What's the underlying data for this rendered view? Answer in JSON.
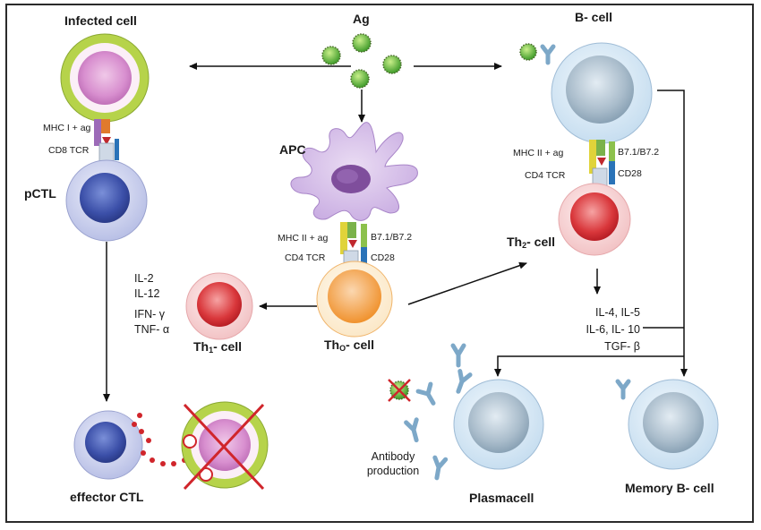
{
  "labels": {
    "infected_cell": "Infected cell",
    "ag": "Ag",
    "b_cell": "B- cell",
    "apc": "APC",
    "pctl": "pCTL",
    "mhc1_ag": "MHC I + ag",
    "cd8_tcr": "CD8 TCR",
    "mhc2_ag_left": "MHC II + ag",
    "cd4_tcr_left": "CD4 TCR",
    "b7_left": "B7.1/B7.2",
    "cd28_left": "CD28",
    "mhc2_ag_right": "MHC II + ag",
    "cd4_tcr_right": "CD4 TCR",
    "b7_right": "B7.1/B7.2",
    "cd28_right": "CD28",
    "th2_prefix": "Th",
    "th2_sub": "2",
    "th2_suffix": "- cell",
    "th1_prefix": "Th",
    "th1_sub": "1",
    "th1_suffix": "- cell",
    "th0_prefix": "Th",
    "th0_sub": "O",
    "th0_suffix": "- cell",
    "effector_ctl": "effector CTL",
    "antibody_production_1": "Antibody",
    "antibody_production_2": "production",
    "plasmacell": "Plasmacell",
    "memory_b_cell": "Memory B- cell"
  },
  "cytokines_th1": [
    "IL-2",
    "IL-12",
    "IFN- γ",
    "TNF- α"
  ],
  "cytokines_th2": [
    "IL-4, IL-5",
    "IL-6, IL- 10",
    "TGF- β"
  ]
}
